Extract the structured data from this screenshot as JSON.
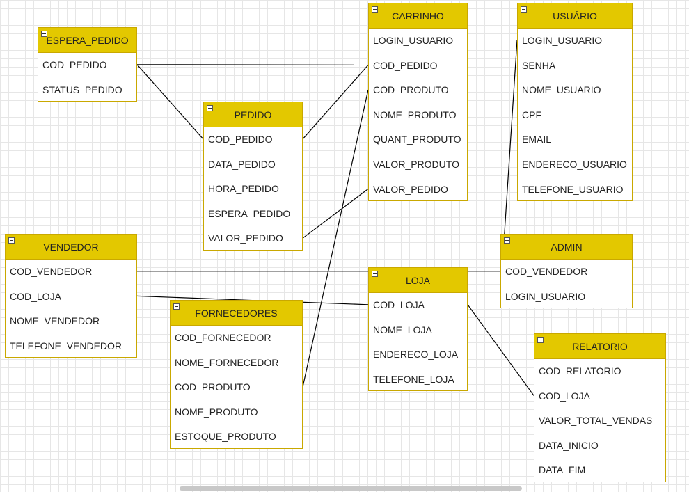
{
  "entities": {
    "espera_pedido": {
      "title": "ESPERA_PEDIDO",
      "fields": [
        "COD_PEDIDO",
        "STATUS_PEDIDO"
      ]
    },
    "pedido": {
      "title": "PEDIDO",
      "fields": [
        "COD_PEDIDO",
        "DATA_PEDIDO",
        "HORA_PEDIDO",
        "ESPERA_PEDIDO",
        "VALOR_PEDIDO"
      ]
    },
    "carrinho": {
      "title": "CARRINHO",
      "fields": [
        "LOGIN_USUARIO",
        "COD_PEDIDO",
        "COD_PRODUTO",
        "NOME_PRODUTO",
        "QUANT_PRODUTO",
        "VALOR_PRODUTO",
        "VALOR_PEDIDO"
      ]
    },
    "usuario": {
      "title": "USUÁRIO",
      "fields": [
        "LOGIN_USUARIO",
        "SENHA",
        "NOME_USUARIO",
        "CPF",
        "EMAIL",
        "ENDERECO_USUARIO",
        "TELEFONE_USUARIO"
      ]
    },
    "vendedor": {
      "title": "VENDEDOR",
      "fields": [
        "COD_VENDEDOR",
        "COD_LOJA",
        "NOME_VENDEDOR",
        "TELEFONE_VENDEDOR"
      ]
    },
    "admin": {
      "title": "ADMIN",
      "fields": [
        "COD_VENDEDOR",
        "LOGIN_USUARIO"
      ]
    },
    "loja": {
      "title": "LOJA",
      "fields": [
        "COD_LOJA",
        "NOME_LOJA",
        "ENDERECO_LOJA",
        "TELEFONE_LOJA"
      ]
    },
    "fornecedores": {
      "title": "FORNECEDORES",
      "fields": [
        "COD_FORNECEDOR",
        "NOME_FORNECEDOR",
        "COD_PRODUTO",
        "NOME_PRODUTO",
        "ESTOQUE_PRODUTO"
      ]
    },
    "relatorio": {
      "title": "RELATORIO",
      "fields": [
        "COD_RELATORIO",
        "COD_LOJA",
        "VALOR_TOTAL_VENDAS",
        "DATA_INICIO",
        "DATA_FIM"
      ]
    }
  },
  "relationships": [
    {
      "from": "espera_pedido.COD_PEDIDO",
      "to": "carrinho.COD_PEDIDO"
    },
    {
      "from": "espera_pedido.COD_PEDIDO",
      "to": "pedido.COD_PEDIDO"
    },
    {
      "from": "pedido.COD_PEDIDO",
      "to": "carrinho.COD_PEDIDO"
    },
    {
      "from": "pedido.VALOR_PEDIDO",
      "to": "carrinho.VALOR_PEDIDO"
    },
    {
      "from": "fornecedores.COD_PRODUTO",
      "to": "carrinho.COD_PRODUTO"
    },
    {
      "from": "usuario.LOGIN_USUARIO",
      "to": "admin.LOGIN_USUARIO"
    },
    {
      "from": "vendedor.COD_VENDEDOR",
      "to": "admin.COD_VENDEDOR"
    },
    {
      "from": "vendedor.COD_LOJA",
      "to": "loja.COD_LOJA"
    },
    {
      "from": "loja.COD_LOJA",
      "to": "relatorio.COD_LOJA"
    }
  ],
  "colors": {
    "header": "#e3c800",
    "border": "#c9a800",
    "grid": "#e6e6e6",
    "line": "#000000"
  }
}
